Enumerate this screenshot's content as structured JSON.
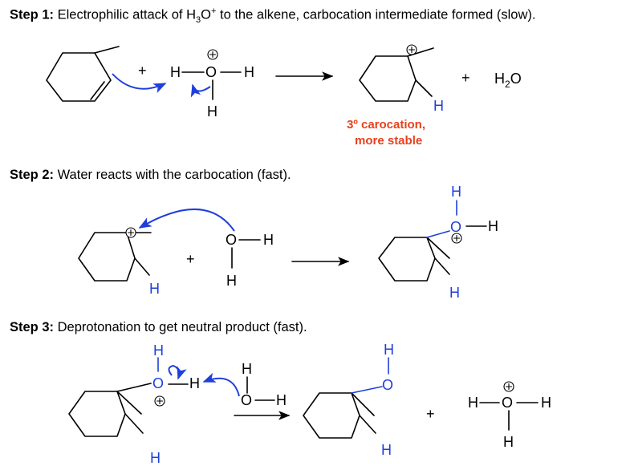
{
  "steps": [
    {
      "label": "Step 1:",
      "text": " Electrophilic attack of H",
      "sub": "3",
      "mid": "O",
      "sup": "+",
      "rest": " to the alkene, carbocation intermediate formed (slow)."
    },
    {
      "label": "Step 2:",
      "text": " Water reacts with the carbocation (fast)."
    },
    {
      "label": "Step 3:",
      "text": " Deprotonation to get neutral product (fast)."
    }
  ],
  "atoms": {
    "H": "H",
    "O": "O",
    "plus": "+",
    "water_H": "H",
    "water_sub": "2",
    "water_O": "O"
  },
  "note": {
    "line1": "3º carocation,",
    "line2": "more stable"
  },
  "colors": {
    "blue": "#1f3fdc",
    "orange": "#e8401c"
  }
}
